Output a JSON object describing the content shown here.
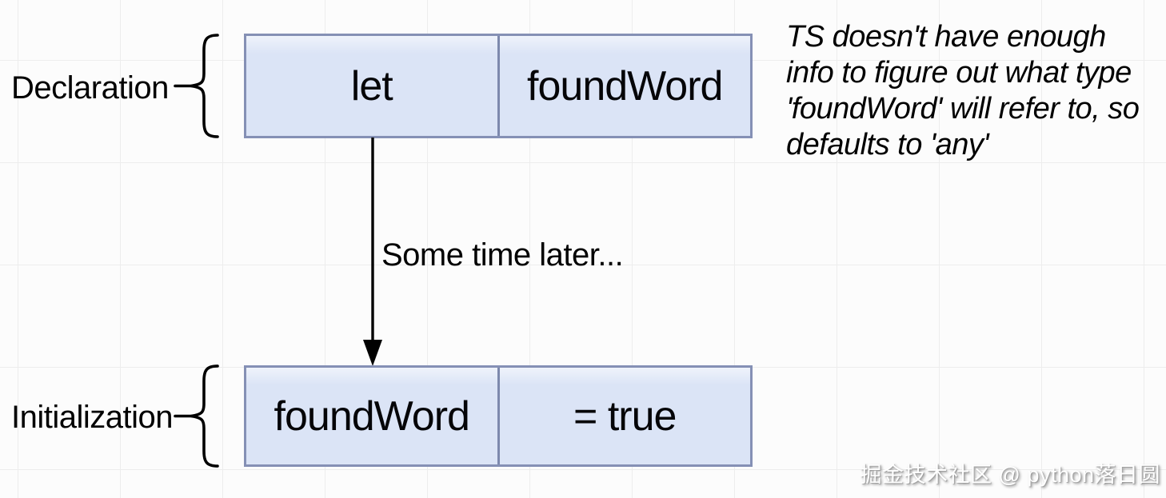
{
  "declaration": {
    "label": "Declaration",
    "cells": [
      "let",
      "foundWord"
    ]
  },
  "transition": {
    "label": "Some time later..."
  },
  "initialization": {
    "label": "Initialization",
    "cells": [
      "foundWord",
      "= true"
    ]
  },
  "annotation": {
    "lines": [
      "TS doesn't have enough",
      "info to figure out what type",
      "'foundWord' will refer to, so",
      "defaults to 'any'"
    ]
  },
  "watermark": "掘金技术社区 @ python落日圆",
  "colors": {
    "box_fill": "#dbe4f6",
    "box_border": "#8590b5",
    "cell_divider": "#7d89ad",
    "diagram_ink": "#000000",
    "background": "#fcfcfc",
    "grid_line": "#ededed",
    "watermark_text": "#ffffff",
    "watermark_shadow": "#8d8d8d"
  }
}
